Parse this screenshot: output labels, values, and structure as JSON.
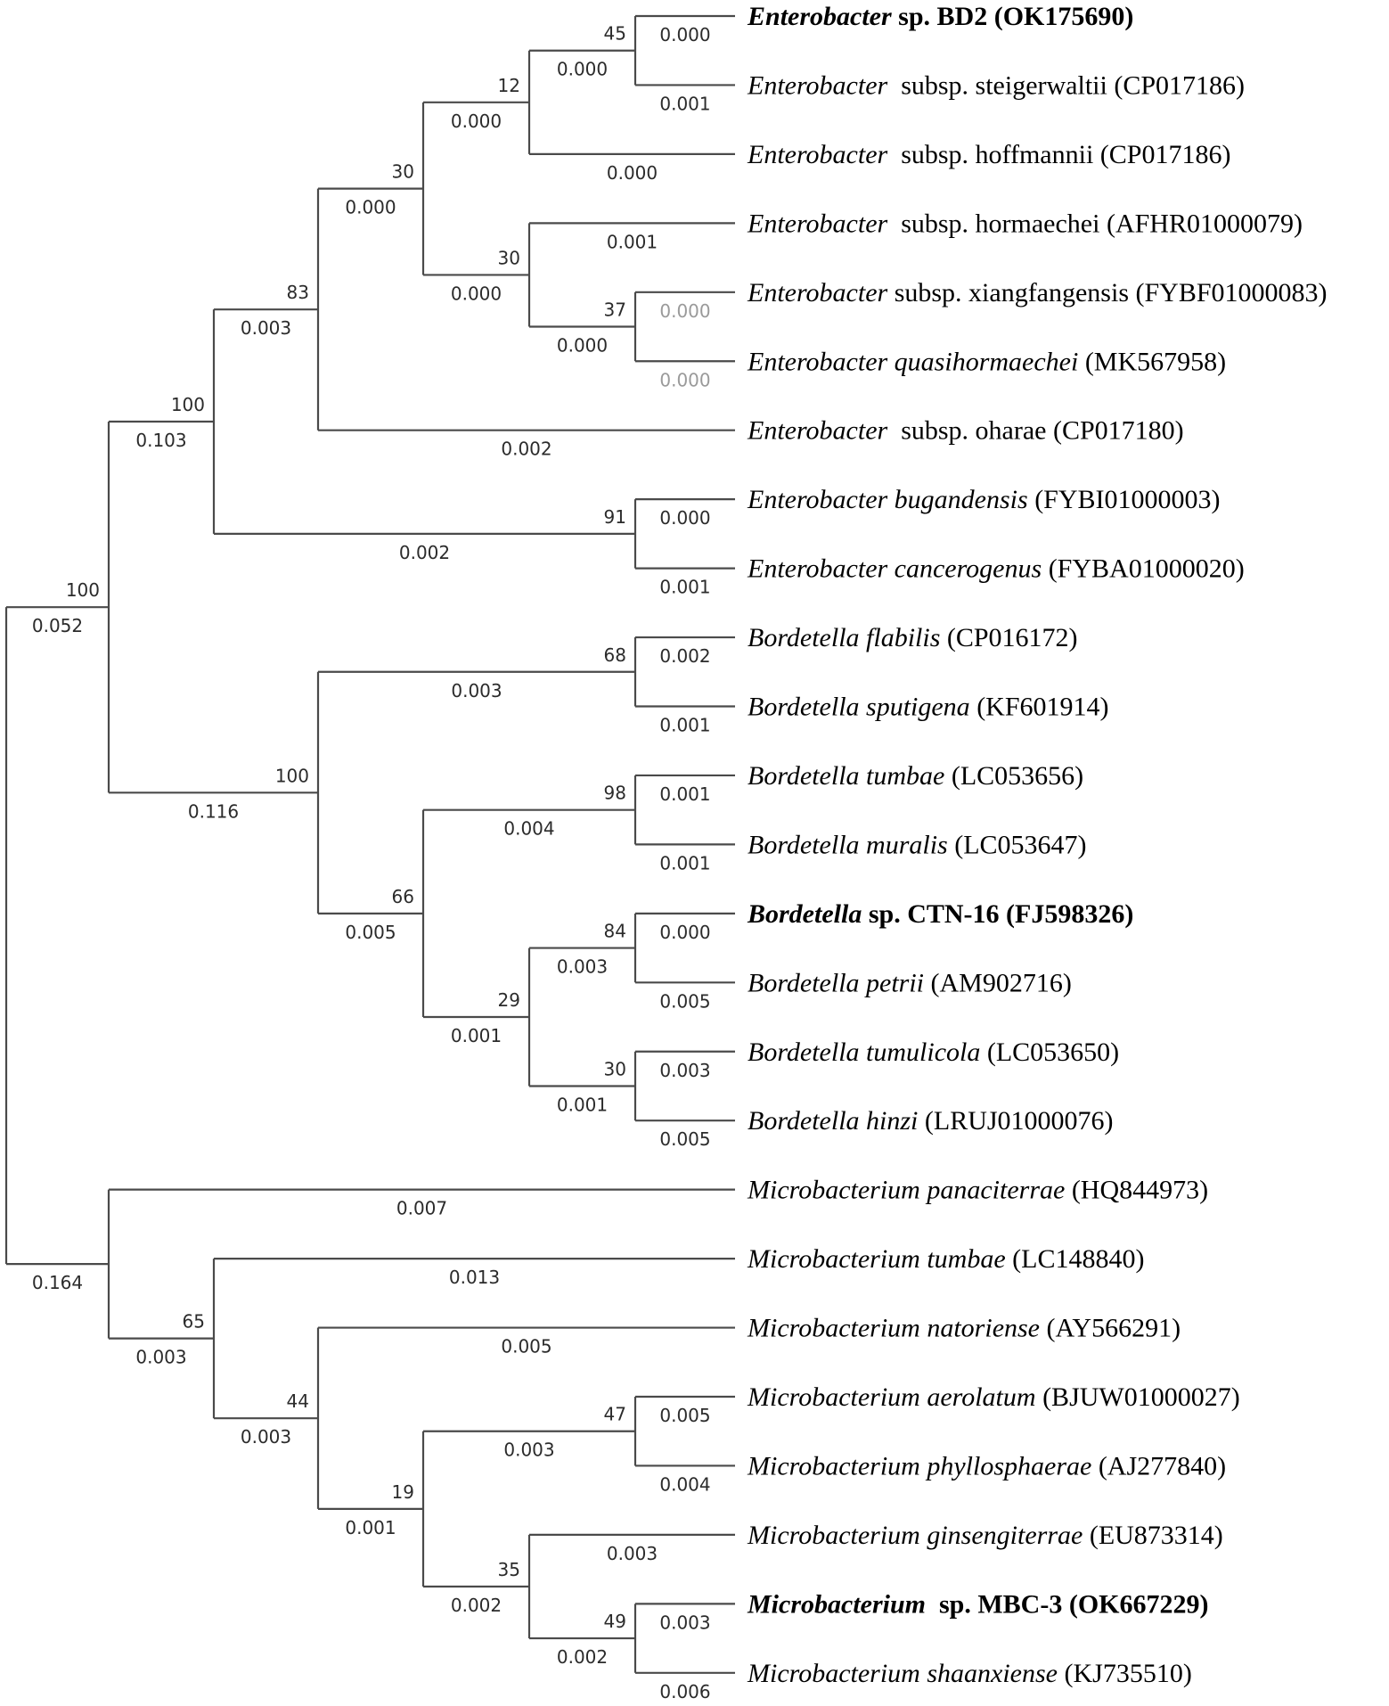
{
  "tree": {
    "id": "root",
    "children": [
      {
        "id": "A",
        "branch_length": "0.052",
        "support": "100",
        "children": [
          {
            "id": "B",
            "branch_length": "0.103",
            "support": "100",
            "children": [
              {
                "id": "C",
                "branch_length": "0.003",
                "support": "83",
                "children": [
                  {
                    "id": "D",
                    "branch_length": "0.000",
                    "support": "30",
                    "children": [
                      {
                        "id": "E",
                        "branch_length": "0.000",
                        "support": "12",
                        "children": [
                          {
                            "id": "F",
                            "branch_length": "0.000",
                            "support": "45",
                            "children": [
                              {
                                "taxon": {
                                  "genus": "Enterobacter",
                                  "rest": " sp. BD2 (OK175690)",
                                  "bold": true
                                },
                                "branch_length": "0.000"
                              },
                              {
                                "taxon": {
                                  "genus": "Enterobacter",
                                  "rest": "  subsp. steigerwaltii (CP017186)"
                                },
                                "branch_length": "0.001"
                              }
                            ]
                          },
                          {
                            "taxon": {
                              "genus": "Enterobacter",
                              "rest": "  subsp. hoffmannii (CP017186)"
                            },
                            "branch_length": "0.000"
                          }
                        ]
                      },
                      {
                        "id": "G",
                        "branch_length": "0.000",
                        "support": "30",
                        "children": [
                          {
                            "taxon": {
                              "genus": "Enterobacter",
                              "rest": "  subsp. hormaechei (AFHR01000079)"
                            },
                            "branch_length": "0.001"
                          },
                          {
                            "id": "H",
                            "branch_length": "0.000",
                            "support": "37",
                            "children": [
                              {
                                "taxon": {
                                  "genus": "Enterobacter",
                                  "rest": " subsp. xiangfangensis (FYBF01000083)"
                                },
                                "branch_length": "0.000",
                                "light": true
                              },
                              {
                                "taxon": {
                                  "genus": "Enterobacter quasihormaechei",
                                  "rest": " (MK567958)"
                                },
                                "branch_length": "0.000",
                                "light": true
                              }
                            ]
                          }
                        ]
                      }
                    ]
                  },
                  {
                    "taxon": {
                      "genus": "Enterobacter",
                      "rest": "  subsp. oharae (CP017180)"
                    },
                    "branch_length": "0.002"
                  }
                ]
              },
              {
                "id": "I",
                "branch_length": "0.002",
                "support": "91",
                "children": [
                  {
                    "taxon": {
                      "genus": "Enterobacter bugandensis",
                      "rest": " (FYBI01000003)"
                    },
                    "branch_length": "0.000"
                  },
                  {
                    "taxon": {
                      "genus": "Enterobacter cancerogenus",
                      "rest": " (FYBA01000020)"
                    },
                    "branch_length": "0.001"
                  }
                ]
              }
            ]
          },
          {
            "id": "J",
            "branch_length": "0.116",
            "support": "100",
            "children": [
              {
                "id": "K",
                "branch_length": "0.003",
                "support": "68",
                "children": [
                  {
                    "taxon": {
                      "genus": "Bordetella flabilis",
                      "rest": " (CP016172)"
                    },
                    "branch_length": "0.002"
                  },
                  {
                    "taxon": {
                      "genus": "Bordetella sputigena",
                      "rest": " (KF601914)"
                    },
                    "branch_length": "0.001"
                  }
                ]
              },
              {
                "id": "L",
                "branch_length": "0.005",
                "support": "66",
                "children": [
                  {
                    "id": "M",
                    "branch_length": "0.004",
                    "support": "98",
                    "children": [
                      {
                        "taxon": {
                          "genus": "Bordetella tumbae",
                          "rest": " (LC053656)"
                        },
                        "branch_length": "0.001"
                      },
                      {
                        "taxon": {
                          "genus": "Bordetella muralis",
                          "rest": " (LC053647)"
                        },
                        "branch_length": "0.001"
                      }
                    ]
                  },
                  {
                    "id": "N",
                    "branch_length": "0.001",
                    "support": "29",
                    "children": [
                      {
                        "id": "O",
                        "branch_length": "0.003",
                        "support": "84",
                        "children": [
                          {
                            "taxon": {
                              "genus": "Bordetella",
                              "rest": " sp. CTN-16 (FJ598326)",
                              "bold": true
                            },
                            "branch_length": "0.000"
                          },
                          {
                            "taxon": {
                              "genus": "Bordetella petrii",
                              "rest": " (AM902716)"
                            },
                            "branch_length": "0.005"
                          }
                        ]
                      },
                      {
                        "id": "P",
                        "branch_length": "0.001",
                        "support": "30",
                        "children": [
                          {
                            "taxon": {
                              "genus": "Bordetella tumulicola",
                              "rest": " (LC053650)"
                            },
                            "branch_length": "0.003"
                          },
                          {
                            "taxon": {
                              "genus": "Bordetella hinzi",
                              "rest": " (LRUJ01000076)"
                            },
                            "branch_length": "0.005"
                          }
                        ]
                      }
                    ]
                  }
                ]
              }
            ]
          }
        ]
      },
      {
        "id": "Q",
        "branch_length": "0.164",
        "children": [
          {
            "taxon": {
              "genus": "Microbacterium panaciterrae",
              "rest": " (HQ844973)"
            },
            "branch_length": "0.007"
          },
          {
            "id": "R",
            "branch_length": "0.003",
            "support": "65",
            "children": [
              {
                "taxon": {
                  "genus": "Microbacterium tumbae",
                  "rest": " (LC148840)"
                },
                "branch_length": "0.013"
              },
              {
                "id": "S",
                "branch_length": "0.003",
                "support": "44",
                "children": [
                  {
                    "taxon": {
                      "genus": "Microbacterium natoriense",
                      "rest": " (AY566291)"
                    },
                    "branch_length": "0.005"
                  },
                  {
                    "id": "T",
                    "branch_length": "0.001",
                    "support": "19",
                    "children": [
                      {
                        "id": "U",
                        "branch_length": "0.003",
                        "support": "47",
                        "children": [
                          {
                            "taxon": {
                              "genus": "Microbacterium aerolatum",
                              "rest": " (BJUW01000027)"
                            },
                            "branch_length": "0.005"
                          },
                          {
                            "taxon": {
                              "genus": "Microbacterium phyllosphaerae",
                              "rest": " (AJ277840)"
                            },
                            "branch_length": "0.004"
                          }
                        ]
                      },
                      {
                        "id": "V",
                        "branch_length": "0.002",
                        "support": "35",
                        "children": [
                          {
                            "taxon": {
                              "genus": "Microbacterium ginsengiterrae",
                              "rest": " (EU873314)"
                            },
                            "branch_length": "0.003"
                          },
                          {
                            "id": "W",
                            "branch_length": "0.002",
                            "support": "49",
                            "children": [
                              {
                                "taxon": {
                                  "genus": "Microbacterium",
                                  "rest": "  sp. MBC-3 (OK667229)",
                                  "bold": true
                                },
                                "branch_length": "0.003"
                              },
                              {
                                "taxon": {
                                  "genus": "Microbacterium shaanxiense",
                                  "rest": " (KJ735510)"
                                },
                                "branch_length": "0.006"
                              }
                            ]
                          }
                        ]
                      }
                    ]
                  }
                ]
              }
            ]
          }
        ]
      }
    ]
  }
}
